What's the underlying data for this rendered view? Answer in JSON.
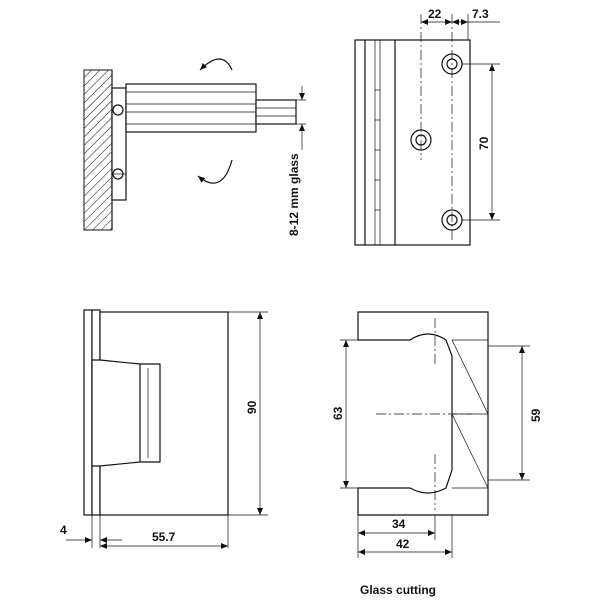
{
  "dimensions": {
    "top_right_22": "22",
    "top_right_7_3": "7.3",
    "top_right_70": "70",
    "top_left_glass": "8-12 mm glass",
    "bottom_left_90": "90",
    "bottom_left_4": "4",
    "bottom_left_55_7": "55.7",
    "bottom_right_63": "63",
    "bottom_right_59": "59",
    "bottom_right_34": "34",
    "bottom_right_42": "42"
  },
  "caption": "Glass cutting",
  "colors": {
    "line": "#111111",
    "background": "#ffffff"
  }
}
